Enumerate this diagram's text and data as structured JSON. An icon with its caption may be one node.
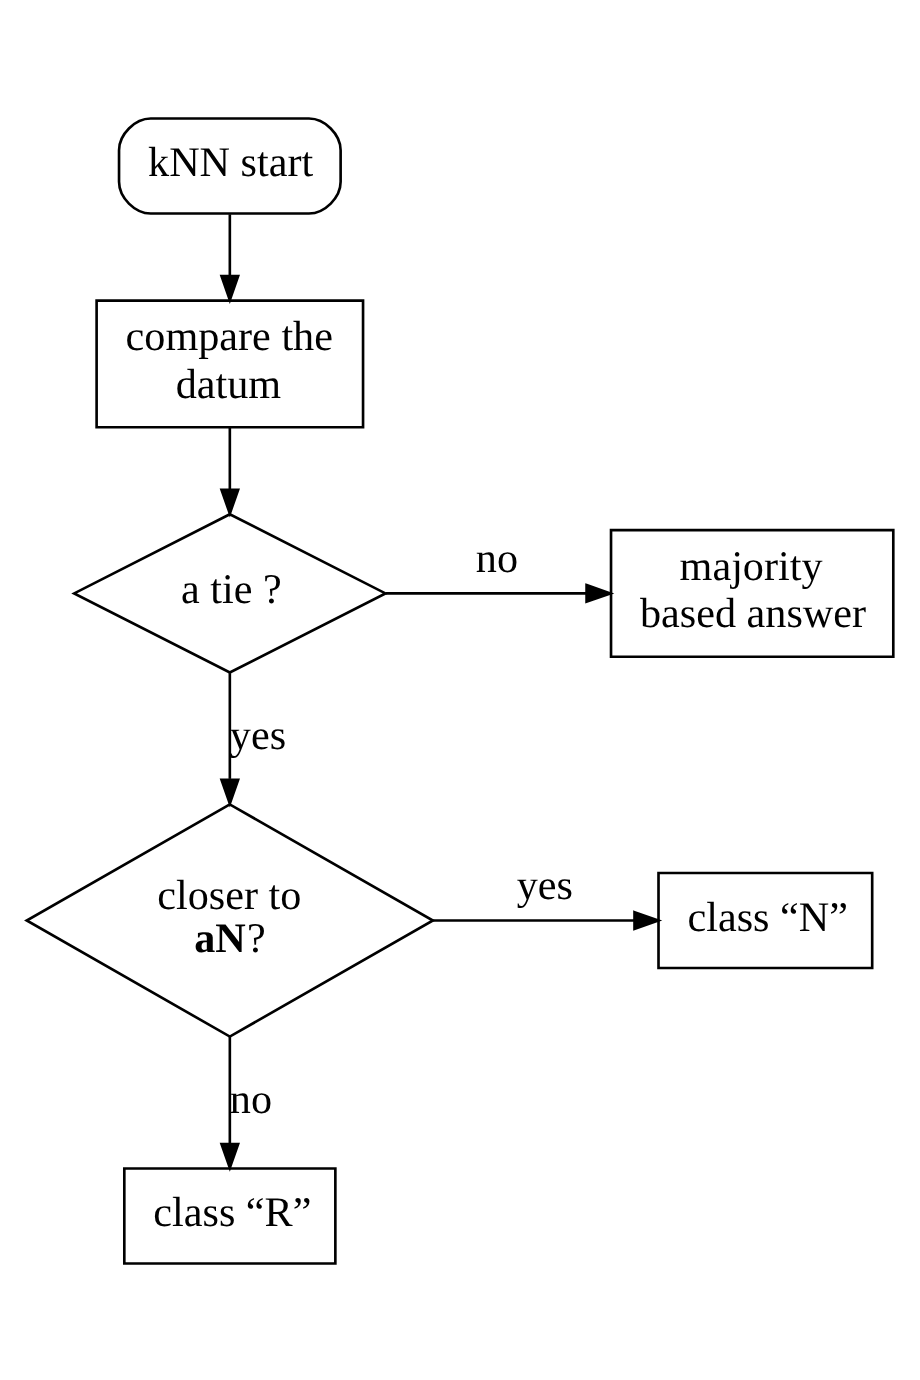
{
  "diagram": {
    "nodes": [
      {
        "text": [
          "kNN start"
        ]
      },
      {
        "text": [
          "compare the datum"
        ]
      },
      {
        "text": [
          "a tie ?"
        ]
      },
      {
        "text": [
          "majority based answer"
        ]
      },
      {
        "text": [
          "closer to **aN**?"
        ]
      },
      {
        "text": [
          "class “N”"
        ]
      },
      {
        "text": [
          "class “R”"
        ]
      }
    ],
    "edges": [
      {
        "from": 0,
        "to": 1,
        "arrow": "to"
      },
      {
        "from": 1,
        "to": 2,
        "arrow": "to"
      },
      {
        "from": 2,
        "to": 3,
        "arrow": "to",
        "label": "no"
      },
      {
        "from": 2,
        "to": 4,
        "arrow": "to",
        "label": "yes"
      },
      {
        "from": 4,
        "to": 5,
        "arrow": "to",
        "label": "yes"
      },
      {
        "from": 4,
        "to": 6,
        "arrow": "to",
        "label": "no"
      }
    ]
  }
}
